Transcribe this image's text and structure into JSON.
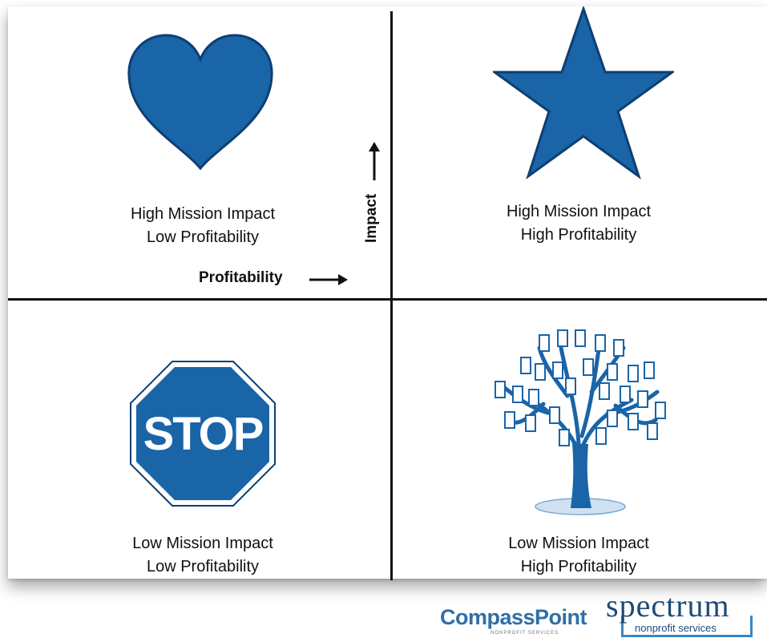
{
  "quadrants": {
    "top_left": {
      "line1": "High Mission Impact",
      "line2": "Low Profitability",
      "icon": "heart-icon"
    },
    "top_right": {
      "line1": "High Mission Impact",
      "line2": "High Profitability",
      "icon": "star-icon"
    },
    "bottom_left": {
      "line1": "Low Mission Impact",
      "line2": "Low Profitability",
      "icon": "stop-sign-icon",
      "sign_text": "STOP"
    },
    "bottom_right": {
      "line1": "Low Mission Impact",
      "line2": "High Profitability",
      "icon": "money-tree-icon"
    }
  },
  "axes": {
    "x_label": "Profitability",
    "y_label": "Impact"
  },
  "logos": {
    "compasspoint": "CompassPoint",
    "compasspoint_sub": "NONPROFIT SERVICES",
    "spectrum": "spectrum",
    "spectrum_sub": "nonprofit services"
  },
  "colors": {
    "icon_fill": "#1a64a8",
    "icon_stroke": "#0d3f73",
    "lines": "#111111"
  }
}
